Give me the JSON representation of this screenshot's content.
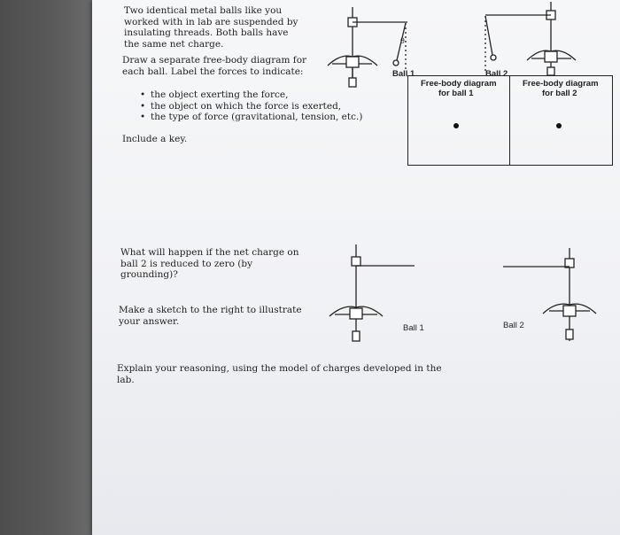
{
  "intro": "Two identical metal balls like you worked with in lab are suspended by insulating threads. Both balls have the same net charge.",
  "task": "Draw a separate free-body diagram for each ball. Label the forces to indicate:",
  "bullets": [
    "the object exerting the force,",
    "the object on which the force is exerted,",
    "the type of force (gravitational, tension, etc.)"
  ],
  "key": "Include a key.",
  "labels": {
    "ball1": "Ball 1",
    "ball2": "Ball 2",
    "fbd1_title": "Free-body diagram",
    "fbd1_sub": "for ball 1",
    "fbd2_title": "Free-body diagram",
    "fbd2_sub": "for ball 2",
    "theta": "θ",
    "ball1_lower": "Ball 1",
    "ball2_lower": "Ball 2"
  },
  "question2": "What will happen if the net charge on ball 2 is reduced to zero (by grounding)?",
  "sketch": "Make a sketch to the right to illustrate your answer.",
  "explain": "Explain your reasoning, using the model of charges developed in the lab."
}
